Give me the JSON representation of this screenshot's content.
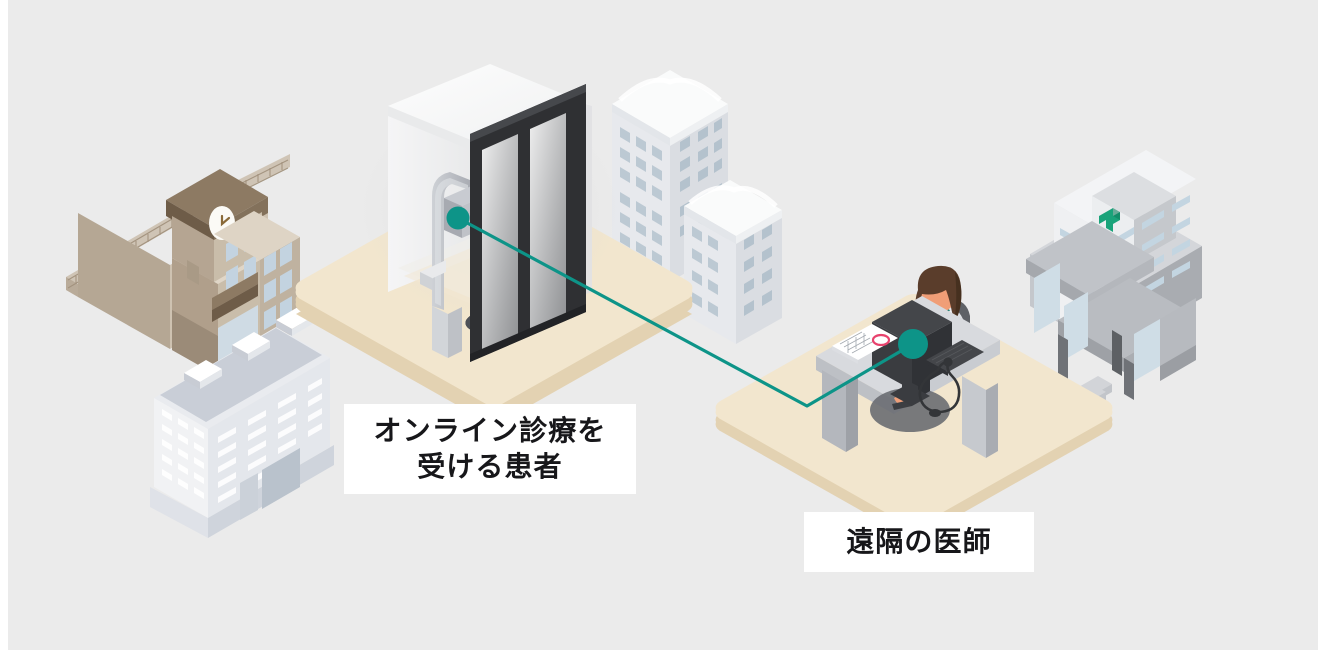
{
  "diagram": {
    "title_visible": false,
    "background_color": "#ebebeb",
    "canvas_color": "#ffffff",
    "style": "isometric-illustration",
    "theme": "online-medical-consultation"
  },
  "labels": {
    "patient": {
      "text": "オンライン診療を\n受ける患者",
      "box_color": "#ffffff",
      "text_color": "#17171a"
    },
    "doctor": {
      "text": "遠隔の医師",
      "box_color": "#ffffff",
      "text_color": "#17171a"
    }
  },
  "connection": {
    "name": "online-consultation-link",
    "color": "#0d9488",
    "endpoint_color": "#0d9488",
    "stroke_width": 3,
    "from": "patient-terminal",
    "to": "doctor-monitor"
  },
  "scenes": {
    "patient": {
      "platform_color": "#f2e6ce",
      "platform_edge_color": "#e3d2b2",
      "booth_color": "#f7f7f7",
      "booth_frame_color": "#2f3033",
      "person": {
        "shirt_color": "#f29220",
        "shirt_shadow_color": "#cf7c15",
        "hair_color": "#9a8f7d",
        "skin_color": "#f6cdb0",
        "pants_color": "#25262b",
        "seat_color": "#6b6e74"
      },
      "terminal_color": "#b9bcc2"
    },
    "doctor": {
      "platform_color": "#f2e6ce",
      "platform_edge_color": "#e3d2b2",
      "desk_color": "#d8dade",
      "desk_side_color": "#b4b7bd",
      "monitor_color": "#3a3c40",
      "person": {
        "coat_color": "#ffffff",
        "coat_shadow_color": "#dcdee2",
        "hair_color": "#5a3d2b",
        "skin_color": "#f09e77",
        "scrubs_color": "#17776a",
        "chair_color": "#5e6166"
      },
      "stethoscope_color": "#333538",
      "paper_color": "#ffffff",
      "paper_stamp_color": "#e8436e"
    }
  },
  "buildings": [
    {
      "name": "school-clock-tower",
      "position": "left-upper",
      "body_color": "#b6a692",
      "roof_color": "#8a7560",
      "window_color": "#c3d3e0",
      "accent": "clock-face"
    },
    {
      "name": "white-apartment-tower",
      "position": "left-lower",
      "body_color": "#f0f1f3",
      "roof_color": "#d3d7de",
      "window_color": "#ccd6e0",
      "accent": "rooftop-ac-units"
    },
    {
      "name": "arched-roof-tower-tall",
      "position": "center-back",
      "body_color": "#e4e6ea",
      "roof_color": "#f4f5f7",
      "window_color": "#bcc9d3"
    },
    {
      "name": "arched-roof-tower-short",
      "position": "center-back",
      "body_color": "#e4e6ea",
      "roof_color": "#f4f5f7",
      "window_color": "#bcc9d3"
    },
    {
      "name": "hospital",
      "position": "right",
      "body_color": "#f2f3f5",
      "roof_color": "#c7c9cd",
      "window_color": "#c3d5e1",
      "accent": "green-medical-cross",
      "accent_color": "#1aa37a"
    }
  ]
}
